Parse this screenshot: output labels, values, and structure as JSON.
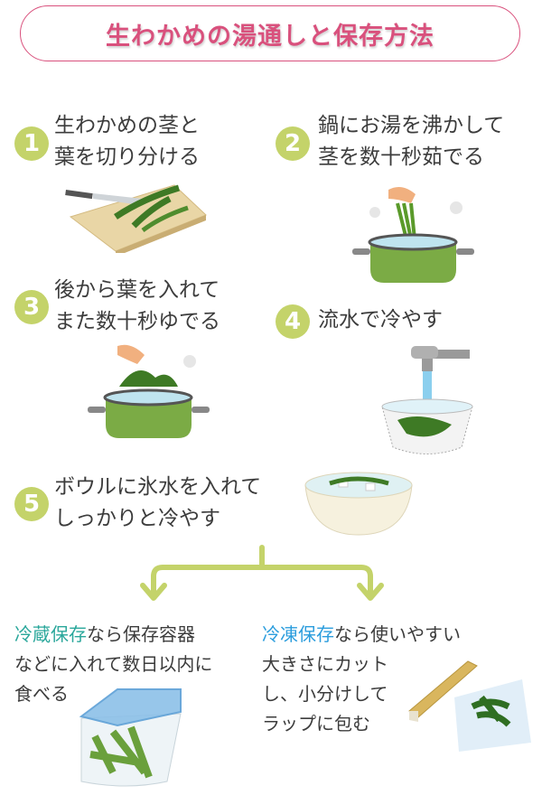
{
  "title": "生わかめの湯通しと保存方法",
  "colors": {
    "title": "#d9517d",
    "step_badge": "#c4d36a",
    "arrow": "#c4d36a",
    "fridge": "#2aa79b",
    "freezer": "#2b9ddd"
  },
  "steps": [
    {
      "number": "1",
      "lines": [
        "生わかめの茎と",
        "葉を切り分ける"
      ],
      "icon": "cutting-board-knife"
    },
    {
      "number": "2",
      "lines": [
        "鍋にお湯を沸かして",
        "茎を数十秒茹でる"
      ],
      "icon": "pot-boiling-stems"
    },
    {
      "number": "3",
      "lines": [
        "後から葉を入れて",
        "また数十秒ゆでる"
      ],
      "icon": "pot-boiling-leaves"
    },
    {
      "number": "4",
      "lines": [
        "流水で冷やす"
      ],
      "icon": "faucet-strainer"
    },
    {
      "number": "5",
      "lines": [
        "ボウルに氷水を入れて",
        "しっかりと冷やす"
      ],
      "icon": "ice-water-bowl"
    }
  ],
  "storage": {
    "fridge": {
      "highlight": "冷蔵保存",
      "line1_rest": "なら保存容器",
      "line2": "などに入れて数日以内に",
      "line3": "食べる",
      "icon": "storage-container"
    },
    "freezer": {
      "highlight": "冷凍保存",
      "line1_rest": "なら使いやすい",
      "line2": "大きさにカット",
      "line3": "し、小分けして",
      "line4": "ラップに包む",
      "icon": "plastic-wrap"
    }
  }
}
